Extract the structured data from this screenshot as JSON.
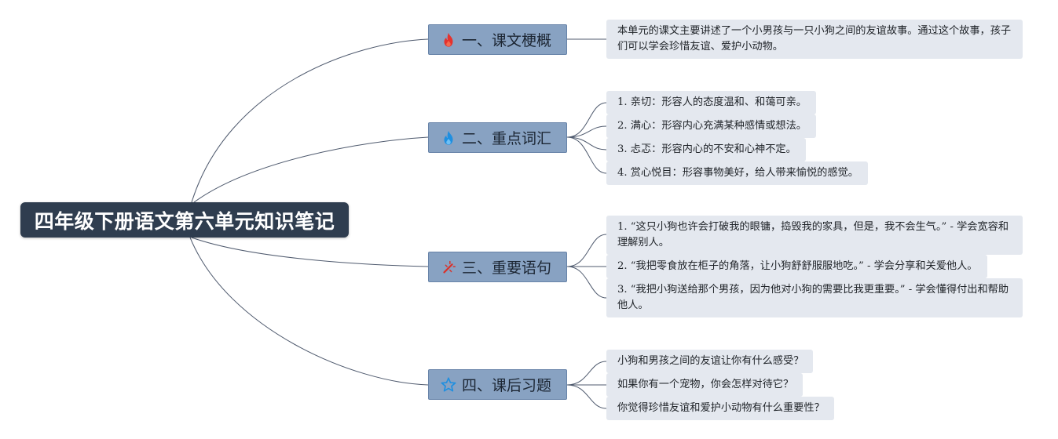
{
  "root": {
    "title": "四年级下册语文第六单元知识笔记"
  },
  "colors": {
    "root_bg": "#2f3d4f",
    "branch_bg": "#88a2c2",
    "leaf_bg": "#e4e8ef",
    "line": "#4f5a6e"
  },
  "branches": [
    {
      "icon": "fire-icon",
      "label": "一、课文梗概",
      "items": [
        "本单元的课文主要讲述了一个小男孩与一只小狗之间的友谊故事。通过这个故事，孩子们可以学会珍惜友谊、爱护小动物。"
      ]
    },
    {
      "icon": "blue-flame-icon",
      "label": "二、重点词汇",
      "items": [
        "1. 亲切：形容人的态度温和、和蔼可亲。",
        "2. 满心：形容内心充满某种感情或想法。",
        "3. 忐忑：形容内心的不安和心神不定。",
        "4. 赏心悦目：形容事物美好，给人带来愉悦的感觉。"
      ]
    },
    {
      "icon": "sparkle-icon",
      "label": "三、重要语句",
      "items": [
        "1. “这只小狗也许会打破我的眼镛，捣毁我的家具，但是，我不会生气。” - 学会宽容和理解别人。",
        "2. “我把零食放在柜子的角落，让小狗舒舒服服地吃。” - 学会分享和关爱他人。",
        "3. “我把小狗送给那个男孩，因为他对小狗的需要比我更重要。” - 学会懂得付出和帮助他人。"
      ]
    },
    {
      "icon": "star-icon",
      "label": "四、课后习题",
      "items": [
        "小狗和男孩之间的友谊让你有什么感受？",
        "如果你有一个宠物，你会怎样对待它？",
        "你觉得珍惜友谊和爱护小动物有什么重要性？"
      ]
    }
  ]
}
